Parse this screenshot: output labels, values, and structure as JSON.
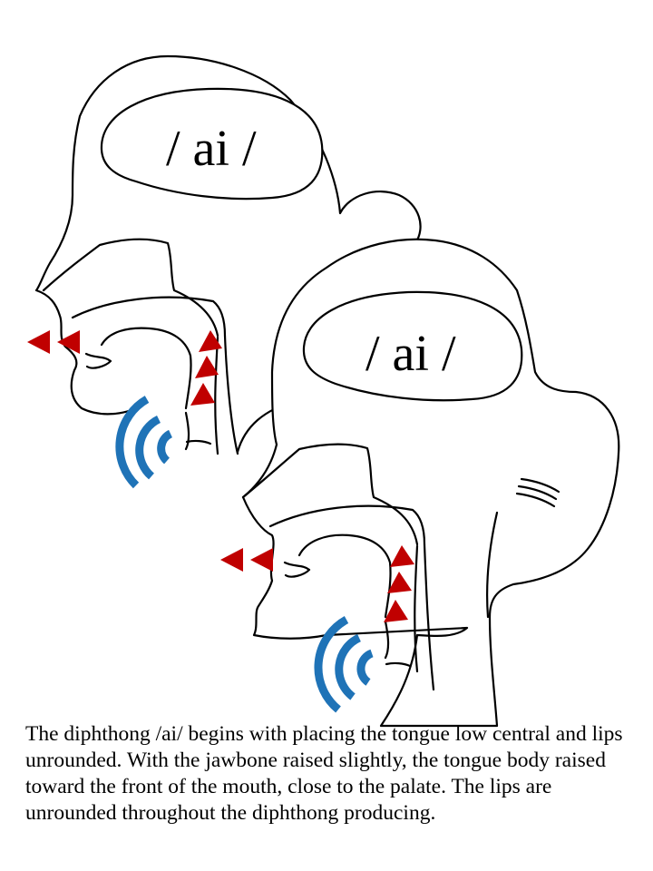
{
  "figures": [
    {
      "id": "back-head",
      "phoneme": "/ ai /"
    },
    {
      "id": "front-head",
      "phoneme": "/ ai /"
    }
  ],
  "caption": "The diphthong /ai/ begins with placing the tongue low central and lips unrounded. With the jawbone raised slightly, the tongue body raised toward the front of the mouth, close to the palate. The lips are unrounded throughout the diphthong producing.",
  "colors": {
    "arrow": "#c00000",
    "sound_wave": "#1f73b7",
    "outline": "#000000"
  }
}
